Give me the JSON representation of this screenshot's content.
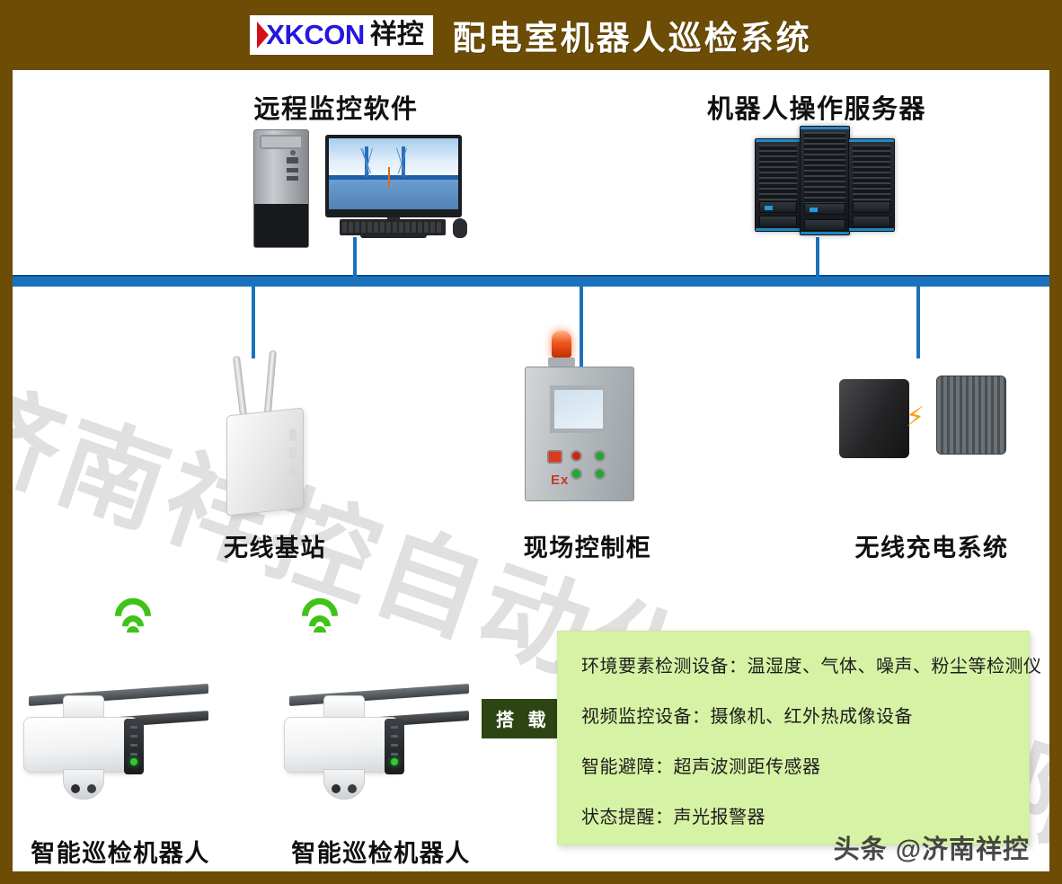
{
  "header": {
    "logo_arrow_icon": "red-arrow-icon",
    "logo_latin": "XKCON",
    "logo_cn": "祥控",
    "title": "配电室机器人巡检系统",
    "background_color": "#6d4c05"
  },
  "colors": {
    "frame_brown": "#6d4c05",
    "bus_blue": "#1a72bd",
    "panel_green": "#d6f2a4",
    "tag_dark_green": "#2c4512",
    "wifi_green": "#3fc318",
    "logo_blue": "#2616e0",
    "logo_red": "#d31019"
  },
  "watermarks": {
    "diagonal": "济南祥控自动化设备有限公司",
    "corner": "头条 @济南祥控"
  },
  "nodes": {
    "top": [
      {
        "id": "remote-monitoring-software",
        "label": "远程监控软件",
        "icon": "desktop-computer-icon"
      },
      {
        "id": "robot-operation-server",
        "label": "机器人操作服务器",
        "icon": "server-rack-icon"
      }
    ],
    "middle": [
      {
        "id": "wireless-base-station",
        "label": "无线基站",
        "icon": "wireless-access-point-icon"
      },
      {
        "id": "field-control-cabinet",
        "label": "现场控制柜",
        "icon": "explosion-proof-cabinet-icon",
        "marking": "Ex"
      },
      {
        "id": "wireless-charging-system",
        "label": "无线充电系统",
        "icon": "wireless-charger-icon"
      }
    ],
    "bottom": [
      {
        "id": "inspection-robot-1",
        "label": "智能巡检机器人",
        "icon": "rail-inspection-robot-icon"
      },
      {
        "id": "inspection-robot-2",
        "label": "智能巡检机器人",
        "icon": "rail-inspection-robot-icon"
      }
    ]
  },
  "carry_tag": {
    "label": "搭 载"
  },
  "info_panel": {
    "lines": [
      "环境要素检测设备：温湿度、气体、噪声、粉尘等检测仪",
      "视频监控设备：摄像机、红外热成像设备",
      "智能避障：超声波测距传感器",
      "状态提醒：声光报警器"
    ]
  }
}
